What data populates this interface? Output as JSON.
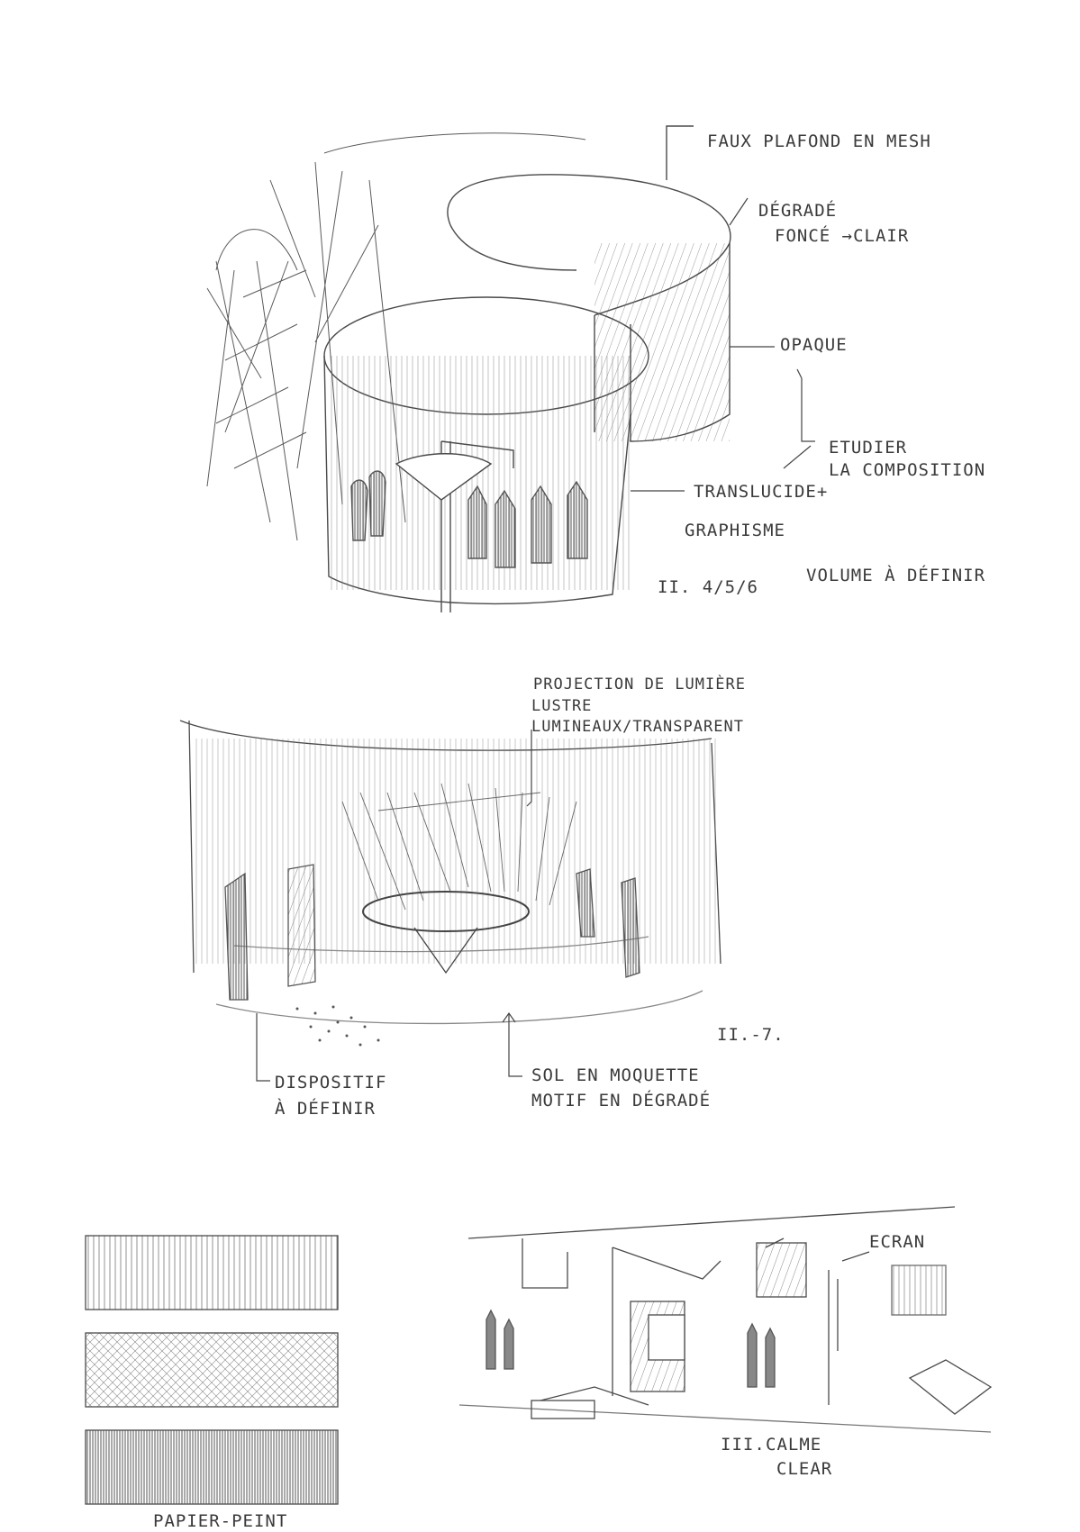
{
  "sketch1": {
    "labels": {
      "faux_plafond": "FAUX PLAFOND EN MESH",
      "degrade": "DÉGRADÉ",
      "fonce_clair": "FONCÉ →CLAIR",
      "opaque": "OPAQUE",
      "etudier": "ETUDIER",
      "la_composition": "LA COMPOSITION",
      "translucide": "TRANSLUCIDE+",
      "graphisme": "GRAPHISME",
      "ref": "II. 4/5/6",
      "volume": "VOLUME À DÉFINIR"
    }
  },
  "sketch2": {
    "labels": {
      "projection": "PROJECTION DE LUMIÈRE",
      "lustre": "LUSTRE",
      "lumineaux": "LUMINEAUX/TRANSPARENT",
      "dispositif": "DISPOSITIF",
      "a_definir": "À DÉFINIR",
      "sol": "SOL EN MOQUETTE",
      "motif": "MOTIF EN DÉGRADÉ",
      "ref": "II.-7."
    }
  },
  "sketch3": {
    "labels": {
      "papier_peint": "PAPIER-PEINT"
    }
  },
  "sketch4": {
    "labels": {
      "ecran": "ECRAN",
      "ref": "III.",
      "calme": "CALME",
      "clear": "CLEAR"
    }
  },
  "colors": {
    "pencil": "#4a4a4a",
    "pencil_light": "#8a8a8a",
    "paper": "#ffffff"
  }
}
